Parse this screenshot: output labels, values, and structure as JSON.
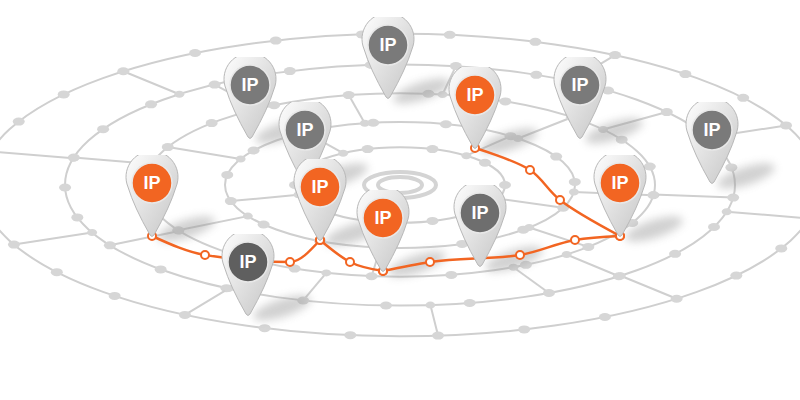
{
  "diagram": {
    "nodes": [
      {
        "text": [
          "IP"
        ]
      },
      {
        "text": [
          "IP"
        ]
      },
      {
        "text": [
          "IP"
        ]
      },
      {
        "text": [
          "IP"
        ]
      },
      {
        "text": [
          "IP"
        ]
      },
      {
        "text": [
          "IP"
        ]
      },
      {
        "text": [
          "IP"
        ]
      },
      {
        "text": [
          "IP"
        ]
      },
      {
        "text": [
          "IP"
        ]
      },
      {
        "text": [
          "IP"
        ]
      },
      {
        "text": [
          "IP"
        ]
      },
      {
        "text": [
          "IP"
        ]
      }
    ],
    "edges": [
      {
        "from": 6,
        "to": 7,
        "arrow": "none"
      },
      {
        "from": 7,
        "to": 10,
        "arrow": "none"
      },
      {
        "from": 10,
        "to": 8,
        "arrow": "none"
      },
      {
        "from": 8,
        "to": 3,
        "arrow": "none"
      }
    ]
  }
}
